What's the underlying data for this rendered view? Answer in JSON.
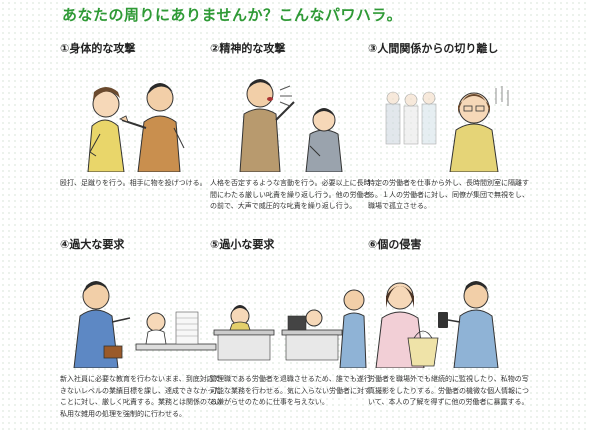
{
  "page": {
    "title": "あなたの周りにありませんか？こんなパワハラ。"
  },
  "cards": [
    {
      "heading": "①身体的な攻撃",
      "description": "殴打、足蹴りを行う。相手に物を投げつける。"
    },
    {
      "heading": "②精神的な攻撃",
      "description": "人格を否定するような言動を行う。必要以上に長時間にわたる厳しい叱責を繰り返し行う。他の労働者の前で、大声で威圧的な叱責を繰り返し行う。"
    },
    {
      "heading": "③人間関係からの切り離し",
      "description": "特定の労働者を仕事から外し、長時間別室に隔離する。１人の労働者に対し、同僚が集団で無視をし、職場で孤立させる。"
    },
    {
      "heading": "④過大な要求",
      "description": "新入社員に必要な教育を行わないまま、到底対応できないレベルの業績目標を課し、達成できなかったことに対し、厳しく叱責する。業務とは関係のない私用な雑用の処理を強制的に行わせる。"
    },
    {
      "heading": "⑤過小な要求",
      "description": "管理職である労働者を退職させるため、誰でも遂行可能な業務を行わせる。気に入らない労働者に対する嫌がらせのために仕事を与えない。"
    },
    {
      "heading": "⑥個の侵害",
      "description": "労働者を職場外でも継続的に監視したり、私物の写真撮影をしたりする。労働者の機微な個人情報について、本人の了解を得ずに他の労働者に暴露する。"
    }
  ]
}
